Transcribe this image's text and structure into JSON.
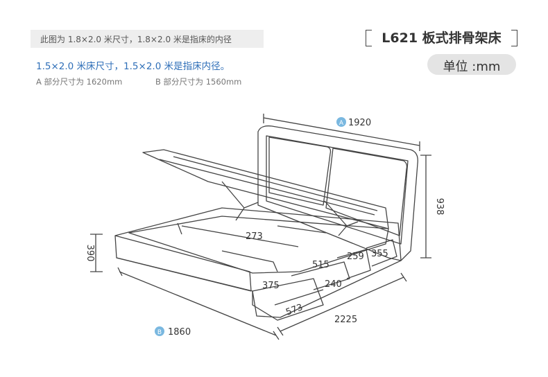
{
  "header": {
    "note": "此图为 1.8×2.0 米尺寸，1.8×2.0 米是指床的内径",
    "title": "L621 板式排骨架床",
    "unit": "单位 :mm"
  },
  "info": {
    "size_note": "1.5×2.0 米床尺寸，1.5×2.0 米是指床内径。",
    "part_a": "A 部分尺寸为 1620mm",
    "part_b": "B 部分尺寸为 1560mm"
  },
  "dimensions": {
    "a_marker": "A",
    "a_width": "1920",
    "headboard_height": "938",
    "side_height": "390",
    "inner_273": "273",
    "inner_515": "515",
    "inner_259": "259",
    "inner_355": "355",
    "drawer_375": "375",
    "drawer_240": "240",
    "drawer_573": "573",
    "length": "2225",
    "b_marker": "B",
    "b_width": "1860"
  },
  "colors": {
    "marker_fill": "#7ab8e0",
    "line": "#444444",
    "accent_text": "#2f6fb8"
  }
}
